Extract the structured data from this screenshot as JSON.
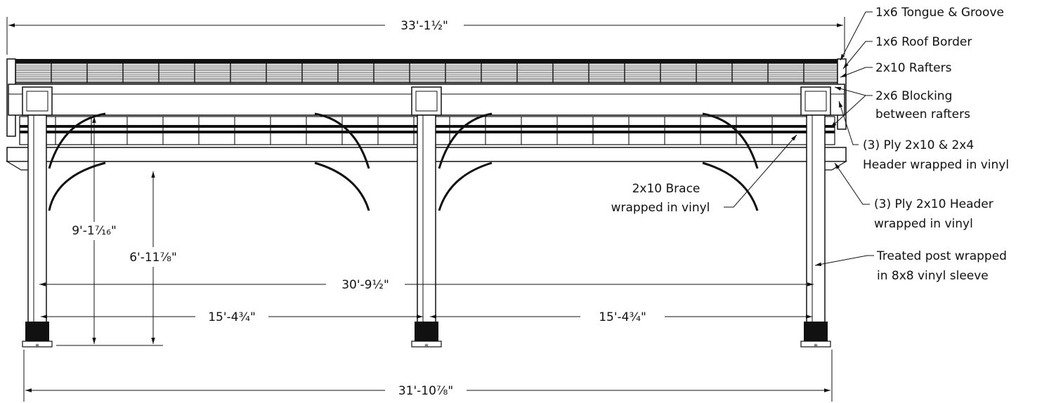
{
  "dimensions": {
    "overall_roof": "33'-1½\"",
    "overall_base": "31'-10⅞\"",
    "post_span_total": "30'-9½\"",
    "post_span_left": "15'-4¾\"",
    "post_span_right": "15'-4¾\"",
    "height_to_header": "9'-1⁷⁄₁₆\"",
    "height_to_brace": "6'-11⅞\""
  },
  "labels": {
    "tongue_groove": "1x6 Tongue & Groove",
    "roof_border": "1x6 Roof Border",
    "rafters": "2x10 Rafters",
    "blocking_1": "2x6 Blocking",
    "blocking_2": "between rafters",
    "header3_1": "(3) Ply 2x10 & 2x4",
    "header3_2": "Header wrapped in vinyl",
    "header_ply_1": "(3) Ply 2x10 Header",
    "header_ply_2": "wrapped in vinyl",
    "brace_1": "2x10 Brace",
    "brace_2": "wrapped in vinyl",
    "post_1": "Treated post wrapped",
    "post_2": "in 8x8 vinyl sleeve"
  }
}
